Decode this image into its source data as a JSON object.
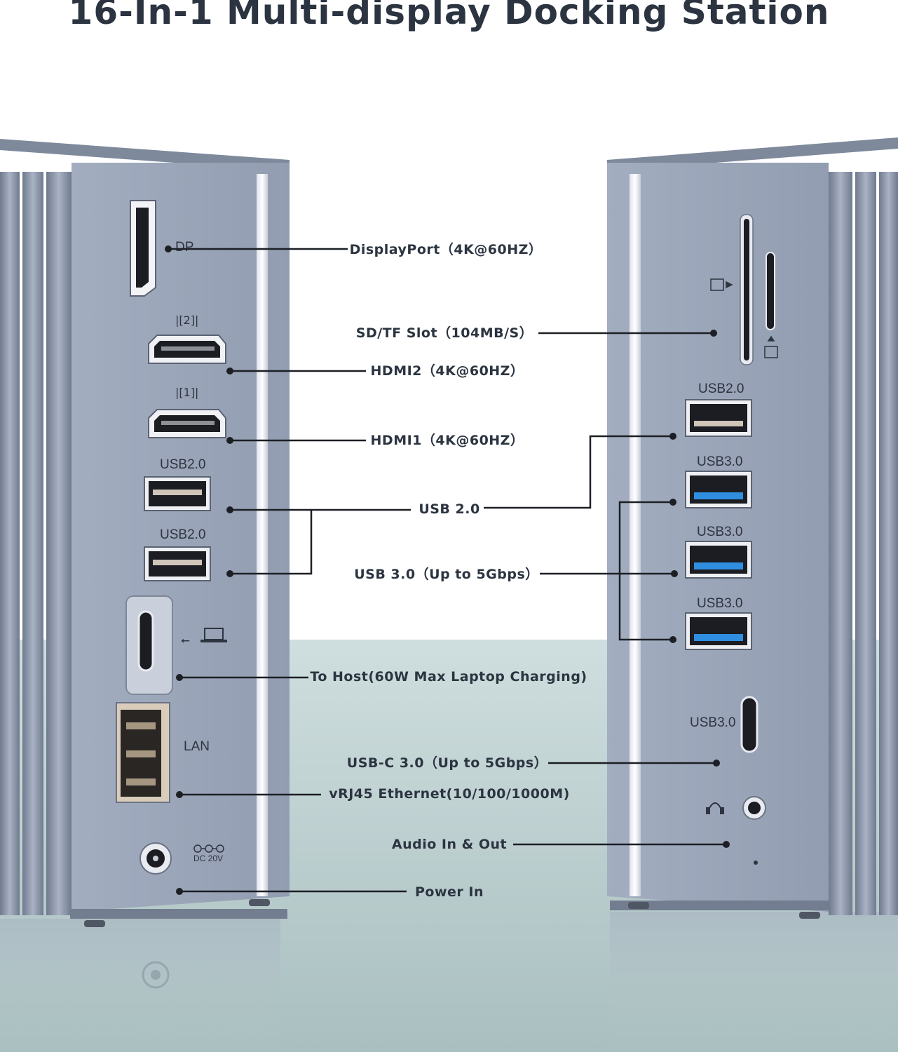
{
  "title": "16-In-1 Multi-display Docking Station",
  "left_panel": {
    "port_labels": {
      "dp": "DP",
      "usb_top": "USB2.0",
      "usb_bottom": "USB2.0",
      "lan": "LAN",
      "dc": "DC 20V"
    }
  },
  "right_panel": {
    "port_labels": {
      "usb20": "USB2.0",
      "usb30_a": "USB3.0",
      "usb30_b": "USB3.0",
      "usb30_c": "USB3.0",
      "usbc": "USB3.0"
    }
  },
  "callouts": {
    "displayport": "DisplayPort（4K@60HZ）",
    "sd_tf": "SD/TF Slot（104MB/S）",
    "hdmi2": "HDMI2（4K@60HZ）",
    "hdmi1": "HDMI1（4K@60HZ）",
    "usb20": "USB 2.0",
    "usb30": "USB 3.0（Up to 5Gbps）",
    "to_host": "To Host(60W Max Laptop Charging)",
    "usbc30": "USB-C 3.0（Up to 5Gbps）",
    "rj45": "vRJ45 Ethernet(10/100/1000M)",
    "audio": "Audio In & Out",
    "power": "Power In"
  },
  "colors": {
    "title": "#2b3440",
    "panel": "#9aa4b8",
    "line": "#1c1f24",
    "usb3_blue": "#2f8ee0",
    "mirror_floor": "#b9cccc"
  }
}
